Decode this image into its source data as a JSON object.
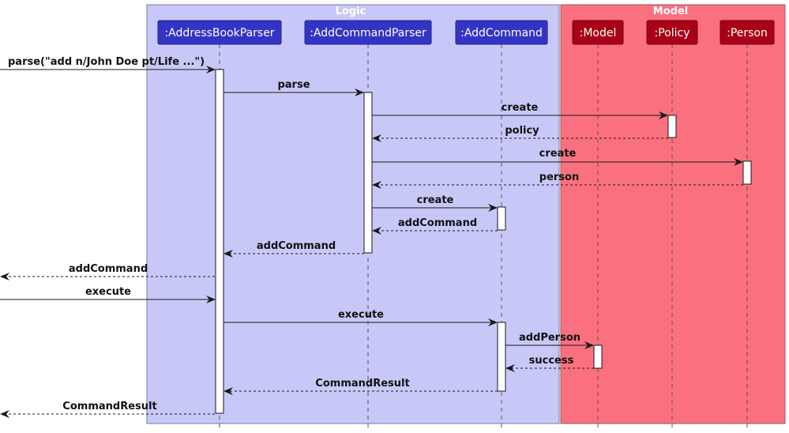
{
  "boxes": [
    {
      "id": "logic",
      "title": "Logic",
      "fill": "#c8c8f8"
    },
    {
      "id": "model",
      "title": "Model",
      "fill": "#fa707f"
    }
  ],
  "participants": [
    {
      "id": "abp",
      "label": ":AddressBookParser",
      "color": "#3434c4"
    },
    {
      "id": "acp",
      "label": ":AddCommandParser",
      "color": "#3434c4"
    },
    {
      "id": "ac",
      "label": ":AddCommand",
      "color": "#3434c4"
    },
    {
      "id": "model",
      "label": ":Model",
      "color": "#a80018"
    },
    {
      "id": "policy",
      "label": ":Policy",
      "color": "#a80018"
    },
    {
      "id": "person",
      "label": ":Person",
      "color": "#a80018"
    }
  ],
  "messages": [
    {
      "from": "ext",
      "to": "abp",
      "label": "parse(\"add n/John Doe pt/Life ...\")",
      "style": "solid"
    },
    {
      "from": "abp",
      "to": "acp",
      "label": "parse",
      "style": "solid"
    },
    {
      "from": "acp",
      "to": "policy",
      "label": "create",
      "style": "solid"
    },
    {
      "from": "policy",
      "to": "acp",
      "label": "policy",
      "style": "dashed"
    },
    {
      "from": "acp",
      "to": "person",
      "label": "create",
      "style": "solid"
    },
    {
      "from": "person",
      "to": "acp",
      "label": "person",
      "style": "dashed"
    },
    {
      "from": "acp",
      "to": "ac",
      "label": "create",
      "style": "solid"
    },
    {
      "from": "ac",
      "to": "acp",
      "label": "addCommand",
      "style": "dashed"
    },
    {
      "from": "acp",
      "to": "abp",
      "label": "addCommand",
      "style": "dashed"
    },
    {
      "from": "abp",
      "to": "ext",
      "label": "addCommand",
      "style": "dashed"
    },
    {
      "from": "ext",
      "to": "abp",
      "label": "execute",
      "style": "solid"
    },
    {
      "from": "abp",
      "to": "ac",
      "label": "execute",
      "style": "solid"
    },
    {
      "from": "ac",
      "to": "model",
      "label": "addPerson",
      "style": "solid"
    },
    {
      "from": "model",
      "to": "ac",
      "label": "success",
      "style": "dashed"
    },
    {
      "from": "ac",
      "to": "abp",
      "label": "CommandResult",
      "style": "dashed"
    },
    {
      "from": "abp",
      "to": "ext",
      "label": "CommandResult",
      "style": "dashed"
    }
  ]
}
